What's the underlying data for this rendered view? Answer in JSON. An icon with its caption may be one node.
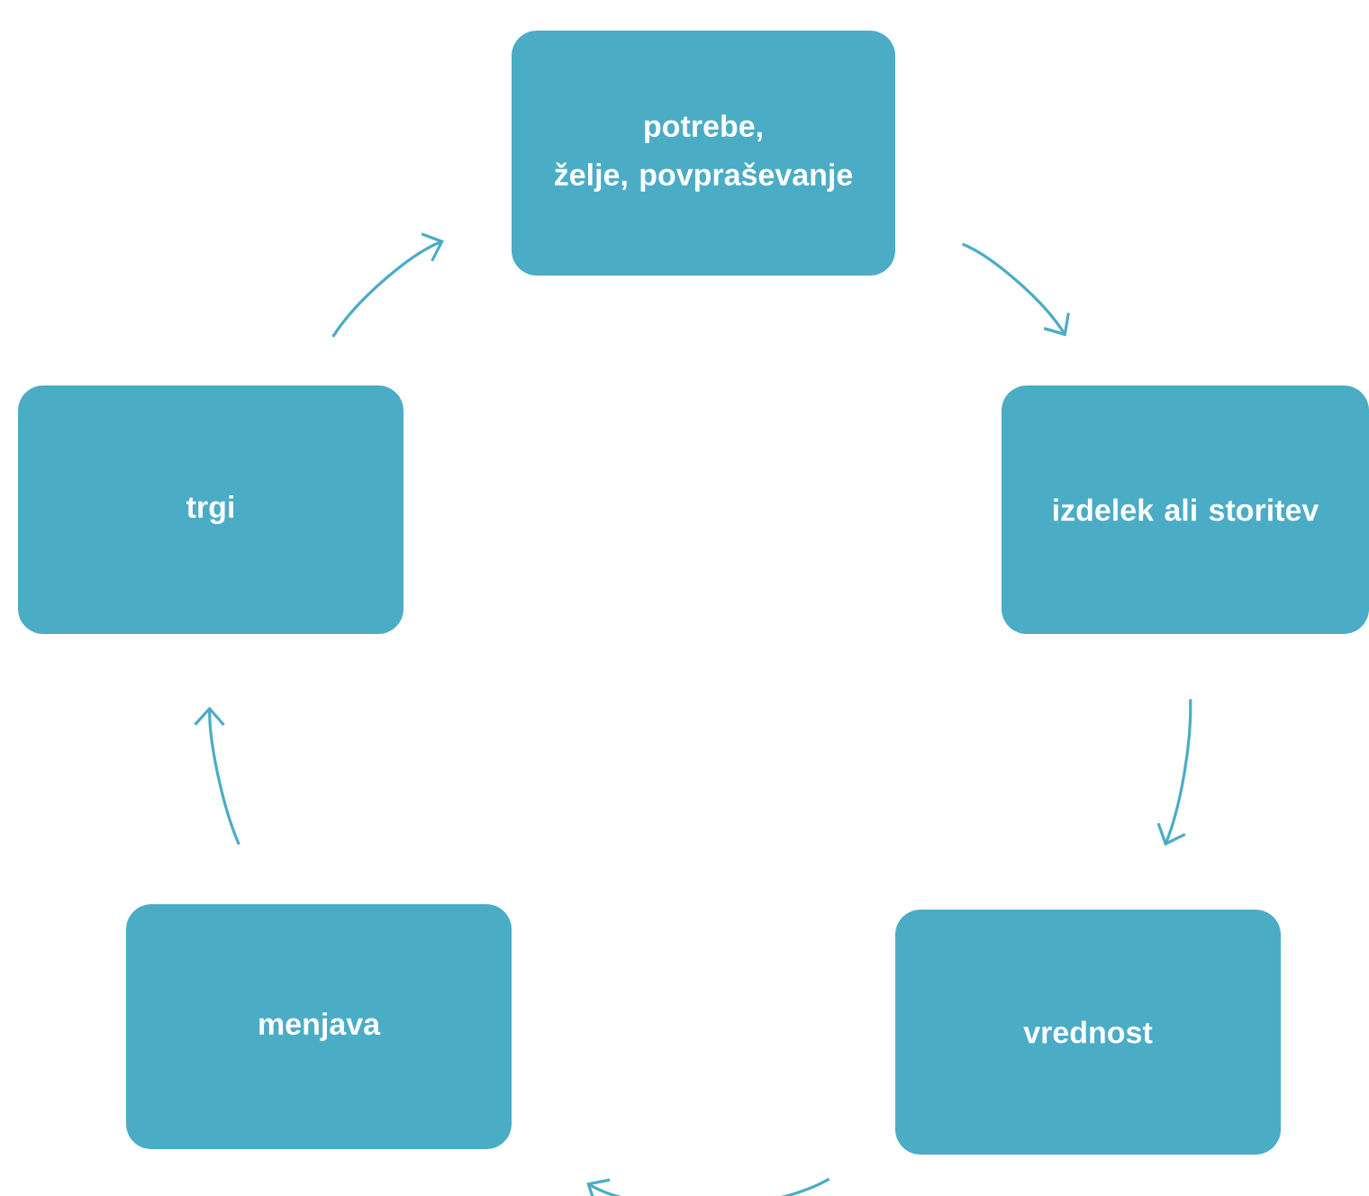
{
  "diagram": {
    "nodes": [
      {
        "text": [
          "potrebe,",
          "želje, povpraševanje"
        ]
      },
      {
        "text": [
          "izdelek ali storitev"
        ]
      },
      {
        "text": [
          "vrednost"
        ]
      },
      {
        "text": [
          "menjava"
        ]
      },
      {
        "text": [
          "trgi"
        ]
      }
    ],
    "edges": [
      {
        "from": 0,
        "to": 1,
        "arrow": "to"
      },
      {
        "from": 1,
        "to": 2,
        "arrow": "to"
      },
      {
        "from": 2,
        "to": 3,
        "arrow": "to"
      },
      {
        "from": 3,
        "to": 4,
        "arrow": "to"
      },
      {
        "from": 4,
        "to": 0,
        "arrow": "to"
      }
    ]
  }
}
